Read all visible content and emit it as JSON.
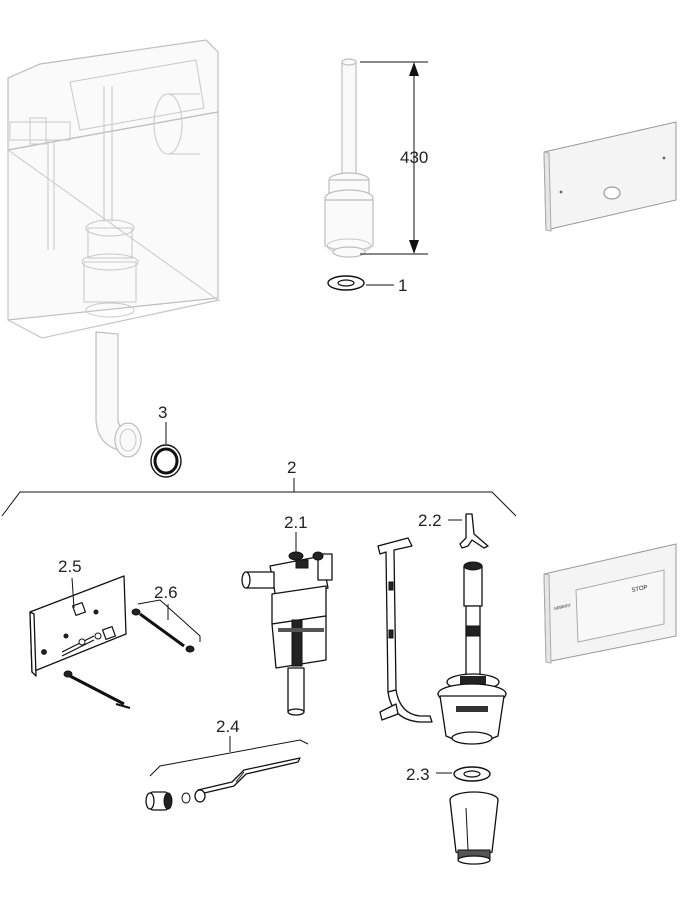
{
  "labels": {
    "dimension": "430",
    "item_1": "1",
    "item_2": "2",
    "item_2_1": "2.1",
    "item_2_2": "2.2",
    "item_2_3": "2.3",
    "item_2_4": "2.4",
    "item_2_5": "2.5",
    "item_2_6": "2.6",
    "item_3": "3"
  },
  "flush_plate": {
    "button_text": "STOP",
    "brand_text": "GEBERIT"
  },
  "icons": {
    "cistern": "concealed-cistern-icon",
    "flush_valve": "flush-valve-icon",
    "actuator_plate_upper": "actuator-plate-icon",
    "actuator_plate_lower": "actuator-plate-stop-icon"
  }
}
